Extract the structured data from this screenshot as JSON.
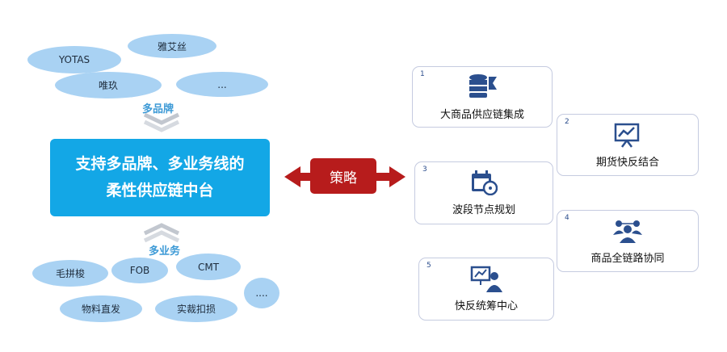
{
  "brands": {
    "label": "多品牌",
    "items": [
      "YOTAS",
      "雅艾丝",
      "唯玖",
      "..."
    ]
  },
  "businesses": {
    "label": "多业务",
    "items": [
      "毛拼梭",
      "FOB",
      "CMT",
      "物料直发",
      "实裁扣损",
      "...."
    ]
  },
  "core": {
    "line1": "支持多品牌、多业务线的",
    "line2": "柔性供应链中台"
  },
  "strategy_label": "策略",
  "strategies": [
    {
      "num": "1",
      "title": "大商品供应链集成",
      "icon": "database-flag-icon"
    },
    {
      "num": "2",
      "title": "期货快反结合",
      "icon": "chart-presentation-icon"
    },
    {
      "num": "3",
      "title": "波段节点规划",
      "icon": "calendar-icon"
    },
    {
      "num": "4",
      "title": "商品全链路协同",
      "icon": "people-network-icon"
    },
    {
      "num": "5",
      "title": "快反统筹中心",
      "icon": "presenter-board-icon"
    }
  ],
  "colors": {
    "bubble": "#a9d2f3",
    "core": "#13a7e6",
    "strategy": "#b71c1c",
    "icon": "#2b4f8e",
    "card_border": "#c5cbe0"
  }
}
